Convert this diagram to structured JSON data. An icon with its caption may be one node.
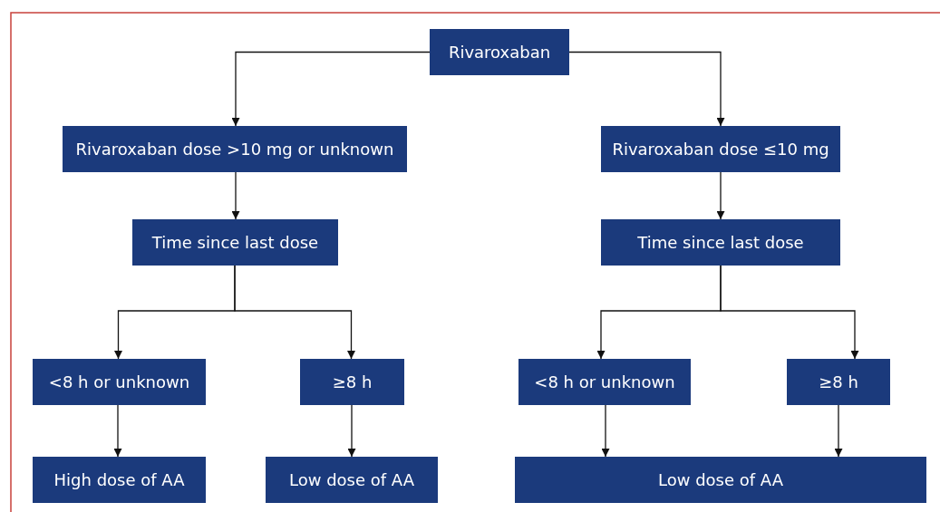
{
  "diagram": {
    "nodes": [
      {
        "text": [
          "Rivaroxaban"
        ]
      },
      {
        "text": [
          "Rivaroxaban dose >10 mg or unknown"
        ]
      },
      {
        "text": [
          "Rivaroxaban dose ≤10 mg"
        ]
      },
      {
        "text": [
          "Time since last dose"
        ]
      },
      {
        "text": [
          "Time since last dose"
        ]
      },
      {
        "text": [
          "<8 h or unknown"
        ]
      },
      {
        "text": [
          "≥8 h"
        ]
      },
      {
        "text": [
          "<8 h or unknown"
        ]
      },
      {
        "text": [
          "≥8 h"
        ]
      },
      {
        "text": [
          "High dose of AA"
        ]
      },
      {
        "text": [
          "Low dose of AA"
        ]
      },
      {
        "text": [
          "Low dose of AA"
        ]
      }
    ],
    "edges": [
      {
        "from": 0,
        "to": 1,
        "arrow": "to"
      },
      {
        "from": 0,
        "to": 2,
        "arrow": "to"
      },
      {
        "from": 1,
        "to": 3,
        "arrow": "to"
      },
      {
        "from": 2,
        "to": 4,
        "arrow": "to"
      },
      {
        "from": 3,
        "to": 5,
        "arrow": "to"
      },
      {
        "from": 3,
        "to": 6,
        "arrow": "to"
      },
      {
        "from": 4,
        "to": 7,
        "arrow": "to"
      },
      {
        "from": 4,
        "to": 8,
        "arrow": "to"
      },
      {
        "from": 5,
        "to": 9,
        "arrow": "to"
      },
      {
        "from": 6,
        "to": 10,
        "arrow": "to"
      },
      {
        "from": 7,
        "to": 11,
        "arrow": "to"
      },
      {
        "from": 8,
        "to": 11,
        "arrow": "to"
      }
    ]
  }
}
